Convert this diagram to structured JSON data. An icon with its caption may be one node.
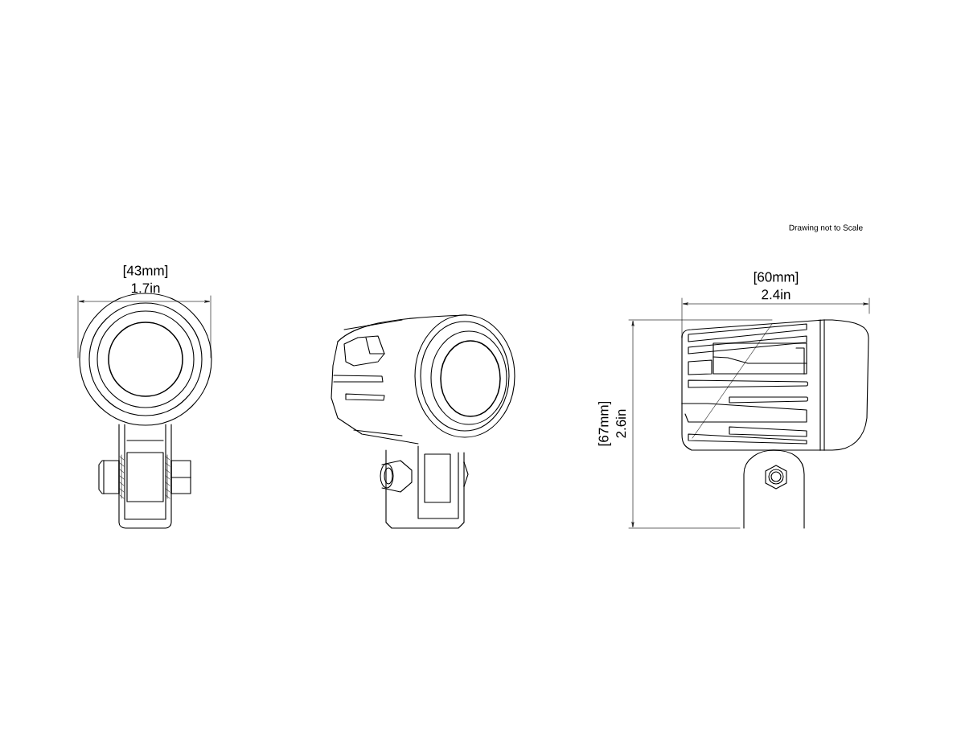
{
  "diagram": {
    "labels": [
      "Drawing not to Scale",
      "[43mm]",
      "1.7in",
      "[60mm]",
      "2.4in",
      "[67mm]",
      "2.6in"
    ]
  }
}
